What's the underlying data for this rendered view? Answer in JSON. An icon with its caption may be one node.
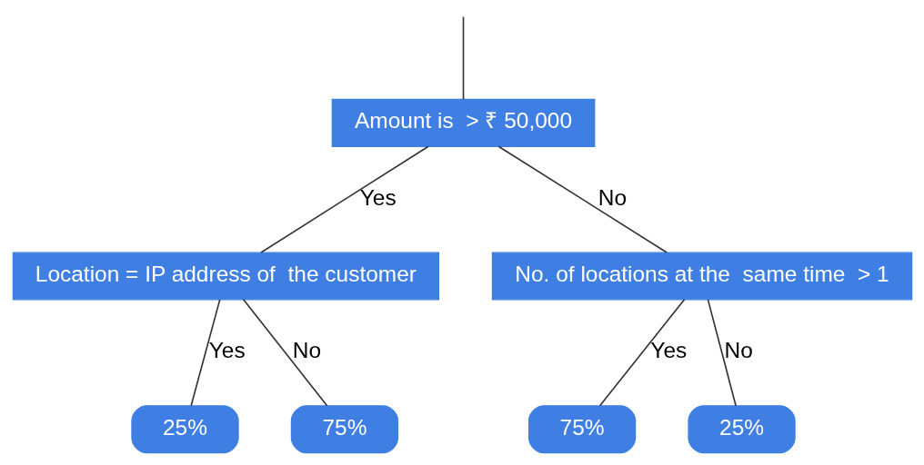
{
  "diagram": {
    "nodes": [
      {
        "text": [
          "Amount is  > ₹ 50,000"
        ]
      },
      {
        "text": [
          "Location = IP address of  the customer"
        ]
      },
      {
        "text": [
          "No. of locations at the  same time  > 1"
        ]
      },
      {
        "text": [
          "25%"
        ]
      },
      {
        "text": [
          "75%"
        ]
      },
      {
        "text": [
          "75%"
        ]
      },
      {
        "text": [
          "25%"
        ]
      }
    ],
    "edges": [
      {
        "from": null,
        "to": 0,
        "arrow": "none"
      },
      {
        "from": 0,
        "to": 1,
        "arrow": "none",
        "label": "Yes"
      },
      {
        "from": 0,
        "to": 2,
        "arrow": "none",
        "label": "No"
      },
      {
        "from": 1,
        "to": 3,
        "arrow": "none",
        "label": "Yes"
      },
      {
        "from": 1,
        "to": 4,
        "arrow": "none",
        "label": "No"
      },
      {
        "from": 2,
        "to": 5,
        "arrow": "none",
        "label": "Yes"
      },
      {
        "from": 2,
        "to": 6,
        "arrow": "none",
        "label": "No"
      }
    ]
  }
}
